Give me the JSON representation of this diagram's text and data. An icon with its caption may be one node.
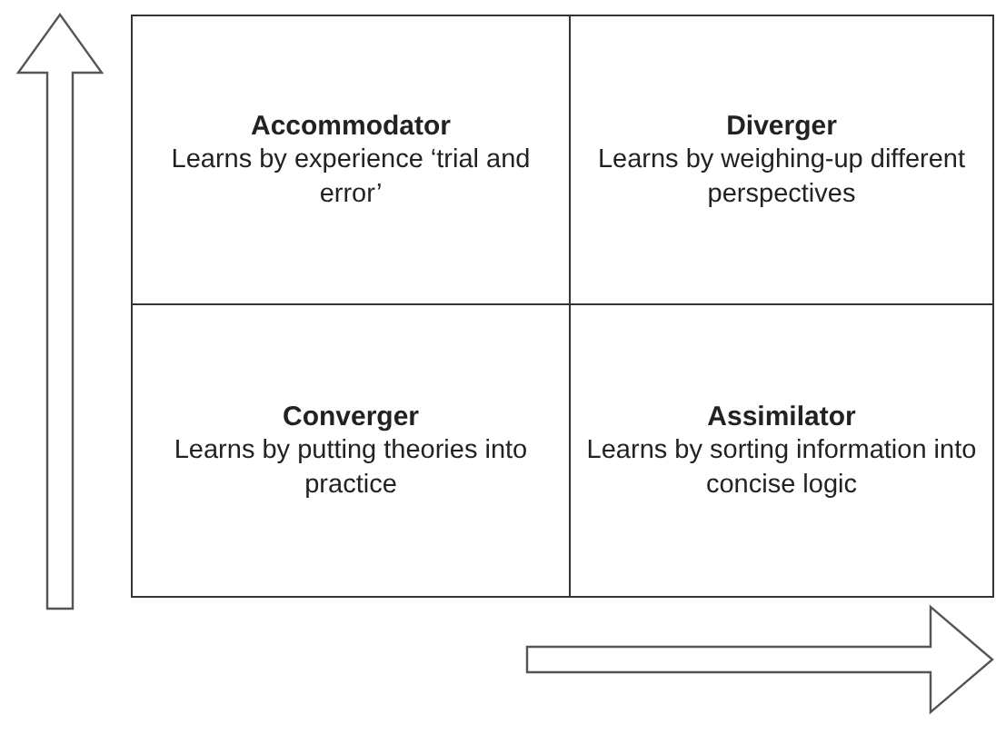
{
  "diagram": {
    "nodes": [
      {
        "text": [
          "Accommodator",
          "Learns by experience ‘trial and error’"
        ]
      },
      {
        "text": [
          "Diverger",
          "Learns by weighing-up different perspectives"
        ]
      },
      {
        "text": [
          "Converger",
          "Learns by putting theories into practice"
        ]
      },
      {
        "text": [
          "Assimilator",
          "Learns by sorting information into concise logic"
        ]
      }
    ]
  }
}
